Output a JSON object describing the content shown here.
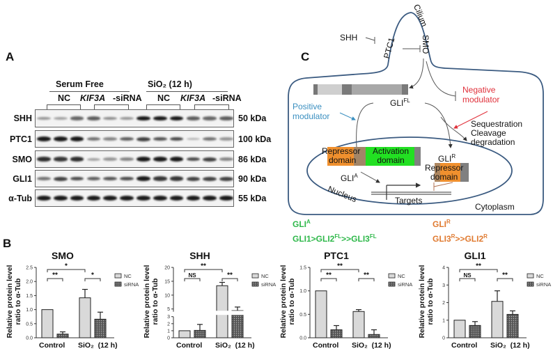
{
  "panel_a": {
    "letter": "A",
    "group_headers": [
      "Serum Free",
      "SiO₂ (12 h)"
    ],
    "sub_headers": [
      {
        "nc": "NC",
        "gene": "KIF3A",
        "suffix": "-siRNA"
      },
      {
        "nc": "NC",
        "gene": "KIF3A",
        "suffix": "-siRNA"
      }
    ],
    "rows": [
      {
        "label": "SHH",
        "kda": "50 kDa",
        "intensities": [
          0.3,
          0.25,
          0.55,
          0.6,
          0.35,
          0.3,
          0.95,
          0.95,
          0.95,
          0.6,
          0.55,
          0.6
        ]
      },
      {
        "label": "PTC1",
        "kda": "100 kDa",
        "intensities": [
          0.95,
          0.95,
          0.95,
          0.5,
          0.4,
          0.6,
          0.75,
          0.65,
          0.7,
          0.15,
          0.5,
          0.3
        ]
      },
      {
        "label": "SMO",
        "kda": "86 kDa",
        "intensities": [
          0.85,
          0.8,
          0.85,
          0.25,
          0.3,
          0.4,
          0.95,
          0.95,
          0.95,
          0.7,
          0.75,
          0.4
        ]
      },
      {
        "label": "GLI1",
        "kda": "90 kDa",
        "intensities": [
          0.5,
          0.75,
          0.7,
          0.6,
          0.65,
          0.7,
          0.95,
          0.8,
          0.8,
          0.75,
          0.75,
          0.75
        ]
      },
      {
        "label": "α-Tub",
        "kda": "55 kDa",
        "intensities": [
          0.95,
          0.95,
          0.95,
          0.95,
          0.95,
          0.95,
          0.95,
          0.95,
          0.95,
          0.95,
          0.95,
          0.95
        ]
      }
    ]
  },
  "panel_b": {
    "letter": "B"
  },
  "panel_c": {
    "letter": "C",
    "labels": {
      "cilium": "Cilium",
      "shh": "SHH",
      "ptc1": "PTC1",
      "smo": "SMO",
      "gli_fl": "GLI",
      "gli_fl_sup": "FL",
      "positive_1": "Positive",
      "positive_2": "modulator",
      "negative_1": "Negative",
      "negative_2": "modulator",
      "fate_1": "Sequestration",
      "fate_2": "Cleavage",
      "fate_3": "degradation",
      "repressor_1": "Repressor",
      "repressor_2": "domain",
      "activation_1": "Activation",
      "activation_2": "domain",
      "gli_r": "GLI",
      "gli_r_sup": "R",
      "gli_r_repressor_1": "Repressor",
      "gli_r_repressor_2": "domain",
      "gli_a": "GLI",
      "gli_a_sup": "A",
      "nucleus": "Nucleus",
      "targets": "Targets",
      "cytoplasm": "Cytoplasm"
    },
    "legend_green": {
      "line1": "GLI",
      "line1_sup": "A",
      "line2_a": "GLI1>GLI2",
      "line2_sup1": "FL",
      "line2_b": ">>GLI3",
      "line2_sup2": "FL"
    },
    "legend_orange": {
      "line1": "GLI",
      "line1_sup": "R",
      "line2_a": "GLI3",
      "line2_sup1": "R",
      "line2_b": ">>GLI2",
      "line2_sup2": "R"
    },
    "colors": {
      "membrane": "#3a5a80",
      "positive": "#3a8fc0",
      "negative": "#e0303a",
      "activation": "#22e022",
      "repressor": "#f0902e",
      "legend_green": "#2eb84a",
      "legend_orange": "#e07a30"
    }
  },
  "chart_data": [
    {
      "type": "bar",
      "title": "SMO",
      "ylabel": "Relative protein level ratio to α-Tub",
      "xlabel": "",
      "categories": [
        "Control",
        "SiO₂ (12 h)"
      ],
      "series": [
        {
          "name": "NC",
          "values": [
            1.0,
            1.42
          ],
          "errors": [
            0,
            0.3
          ]
        },
        {
          "name": "siRNA",
          "values": [
            0.13,
            0.66
          ],
          "errors": [
            0.08,
            0.25
          ]
        }
      ],
      "ylim": [
        0,
        2.5
      ],
      "yticks": [
        "0.0",
        "0.5",
        "1.0",
        "1.5",
        "2.0",
        "2.5"
      ],
      "significance": [
        {
          "between": "Control NC vs Control siRNA",
          "label": "**"
        },
        {
          "between": "Control NC vs SiO2 NC",
          "label": "*"
        },
        {
          "between": "SiO2 NC vs SiO2 siRNA",
          "label": "*"
        }
      ],
      "legend_position": "right"
    },
    {
      "type": "bar",
      "title": "SHH",
      "ylabel": "Relative protein level ratio to α-Tub",
      "xlabel": "",
      "categories": [
        "Control",
        "SiO₂ (12 h)"
      ],
      "series": [
        {
          "name": "NC",
          "values": [
            1.0,
            13.4
          ],
          "errors": [
            0,
            1.2
          ]
        },
        {
          "name": "siRNA",
          "values": [
            1.05,
            4.4
          ],
          "errors": [
            0.85,
            1.3
          ]
        }
      ],
      "ylim": [
        0,
        20
      ],
      "axis_break": [
        3,
        4
      ],
      "yticks": [
        "0",
        "1",
        "2",
        "3",
        "5",
        "10",
        "15",
        "20"
      ],
      "significance": [
        {
          "between": "Control NC vs Control siRNA",
          "label": "NS"
        },
        {
          "between": "Control NC vs SiO2 NC",
          "label": "**"
        },
        {
          "between": "SiO2 NC vs SiO2 siRNA",
          "label": "**"
        }
      ],
      "legend_position": "right"
    },
    {
      "type": "bar",
      "title": "PTC1",
      "ylabel": "Relative protein level ratio to α-Tub",
      "xlabel": "",
      "categories": [
        "Control",
        "SiO₂ (12 h)"
      ],
      "series": [
        {
          "name": "NC",
          "values": [
            1.0,
            0.56
          ],
          "errors": [
            0,
            0.04
          ]
        },
        {
          "name": "siRNA",
          "values": [
            0.17,
            0.07
          ],
          "errors": [
            0.09,
            0.1
          ]
        }
      ],
      "ylim": [
        0,
        1.5
      ],
      "yticks": [
        "0.0",
        "0.5",
        "1.0",
        "1.5"
      ],
      "significance": [
        {
          "between": "Control NC vs Control siRNA",
          "label": "**"
        },
        {
          "between": "Control NC vs SiO2 NC",
          "label": "**"
        },
        {
          "between": "SiO2 NC vs SiO2 siRNA",
          "label": "**"
        }
      ],
      "legend_position": "right"
    },
    {
      "type": "bar",
      "title": "GLI1",
      "ylabel": "Relative protein level ratio to α-Tub",
      "xlabel": "",
      "categories": [
        "Control",
        "SiO₂ (12 h)"
      ],
      "series": [
        {
          "name": "NC",
          "values": [
            1.0,
            2.07
          ],
          "errors": [
            0,
            0.6
          ]
        },
        {
          "name": "siRNA",
          "values": [
            0.7,
            1.33
          ],
          "errors": [
            0.22,
            0.2
          ]
        }
      ],
      "ylim": [
        0,
        4
      ],
      "yticks": [
        "0",
        "1",
        "2",
        "3",
        "4"
      ],
      "significance": [
        {
          "between": "Control NC vs Control siRNA",
          "label": "NS"
        },
        {
          "between": "Control NC vs SiO2 NC",
          "label": "**"
        },
        {
          "between": "SiO2 NC vs SiO2 siRNA",
          "label": "**"
        }
      ],
      "legend_position": "right"
    }
  ]
}
